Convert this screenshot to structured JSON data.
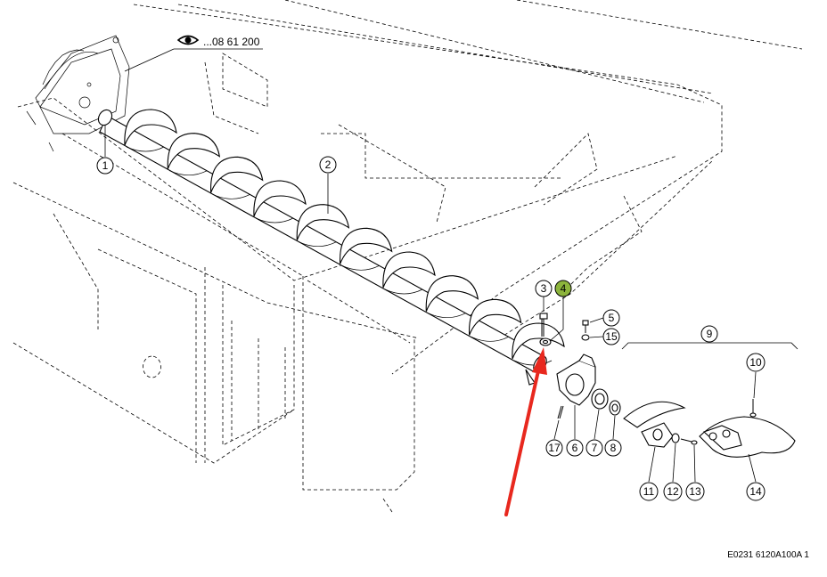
{
  "reference": {
    "icon": "eye-icon",
    "label": "...08 61 200"
  },
  "callouts": [
    {
      "id": 1,
      "label": "1",
      "highlight": false
    },
    {
      "id": 2,
      "label": "2",
      "highlight": false
    },
    {
      "id": 3,
      "label": "3",
      "highlight": false
    },
    {
      "id": 4,
      "label": "4",
      "highlight": true
    },
    {
      "id": 5,
      "label": "5",
      "highlight": false
    },
    {
      "id": 6,
      "label": "6",
      "highlight": false
    },
    {
      "id": 7,
      "label": "7",
      "highlight": false
    },
    {
      "id": 8,
      "label": "8",
      "highlight": false
    },
    {
      "id": 9,
      "label": "9",
      "highlight": false
    },
    {
      "id": 10,
      "label": "10",
      "highlight": false
    },
    {
      "id": 11,
      "label": "11",
      "highlight": false
    },
    {
      "id": 12,
      "label": "12",
      "highlight": false
    },
    {
      "id": 13,
      "label": "13",
      "highlight": false
    },
    {
      "id": 14,
      "label": "14",
      "highlight": false
    },
    {
      "id": 15,
      "label": "15",
      "highlight": false
    },
    {
      "id": 17,
      "label": "17",
      "highlight": false
    }
  ],
  "footer_code": "E0231 6120A100A 1",
  "colors": {
    "highlight": "#8cb43c",
    "arrow": "#e8281e",
    "line": "#000000"
  }
}
